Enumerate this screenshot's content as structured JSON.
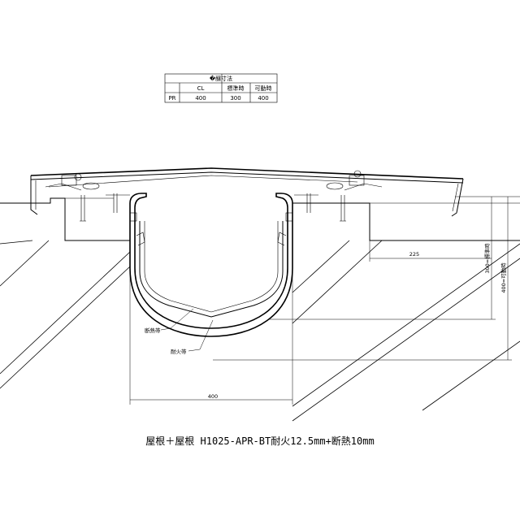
{
  "table": {
    "title": "�醸寸法",
    "headers": [
      "",
      "CL",
      "標準時",
      "可動時"
    ],
    "row": [
      "PR",
      "400",
      "300",
      "400"
    ]
  },
  "labels": {
    "dim_225": "225",
    "dim_400_bottom": "400",
    "dim_300_standard": "300=標準時",
    "dim_400_movable": "400=可動時",
    "insulation_band": "断熱帯",
    "fire_band": "耐火帯"
  },
  "caption": "屋根＋屋根 H1025-APR-BT耐火12.5mm+断熱10mm"
}
